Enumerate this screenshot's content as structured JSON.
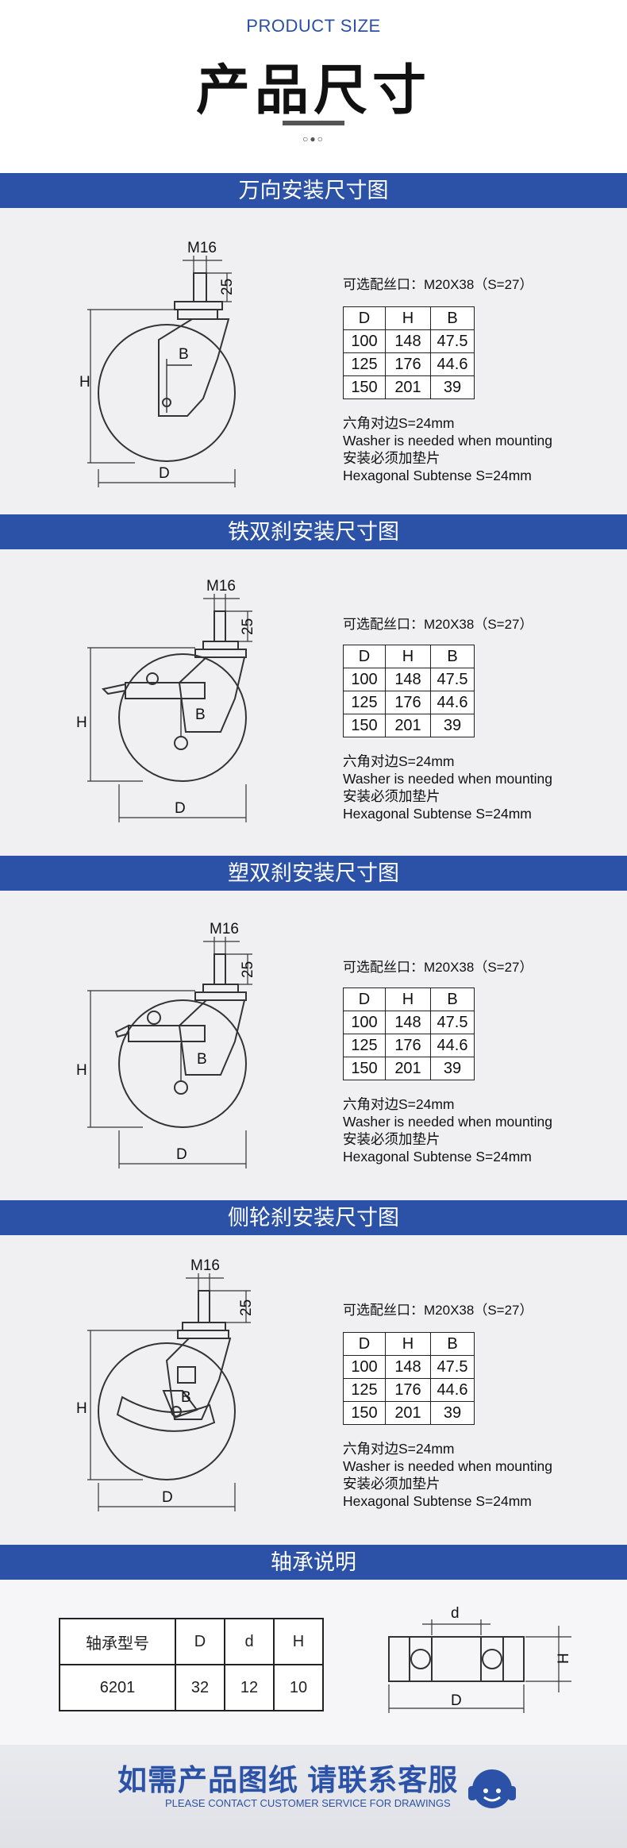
{
  "header": {
    "en_title": "PRODUCT SIZE",
    "zh_title": "产品尺寸",
    "dots": "○●○"
  },
  "sections": [
    {
      "title": "万向安装尺寸图"
    },
    {
      "title": "铁双刹安装尺寸图"
    },
    {
      "title": "塑双刹安装尺寸图"
    },
    {
      "title": "侧轮刹安装尺寸图"
    }
  ],
  "spec": {
    "optional_thread": "可选配丝口：M20X38（S=27）",
    "table_headers": [
      "D",
      "H",
      "B"
    ],
    "table_rows": [
      [
        "100",
        "148",
        "47.5"
      ],
      [
        "125",
        "176",
        "44.6"
      ],
      [
        "150",
        "201",
        "39"
      ]
    ],
    "note1": "六角对边S=24mm",
    "note2": "Washer is needed when mounting",
    "note3": "安装必须加垫片",
    "note4": "Hexagonal Subtense S=24mm"
  },
  "drawing_labels": {
    "m": "M16",
    "stem": "25",
    "h": "H",
    "b": "B",
    "d": "D"
  },
  "bearing": {
    "title": "轴承说明",
    "headers": [
      "轴承型号",
      "D",
      "d",
      "H"
    ],
    "row": [
      "6201",
      "32",
      "12",
      "10"
    ],
    "diagram_labels": {
      "d_small": "d",
      "h": "H",
      "d_big": "D"
    }
  },
  "footer": {
    "title": "如需产品图纸 请联系客服",
    "subtitle": "PLEASE CONTACT CUSTOMER SERVICE FOR DRAWINGS",
    "icon": "headset-icon",
    "accent": "#2b52a6"
  }
}
